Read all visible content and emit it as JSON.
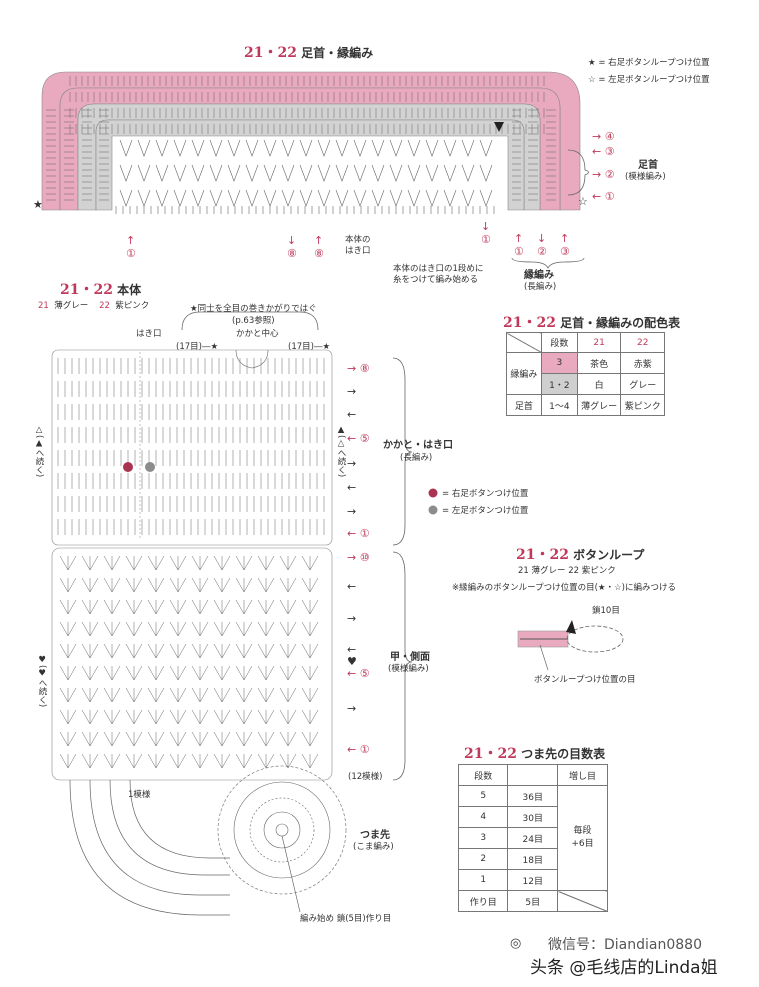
{
  "colors": {
    "pink": "#e9a9bf",
    "gray": "#cfcfcf",
    "accent": "#c0395a",
    "rose_dot": "#a8344f",
    "gray_dot": "#8c8c8c",
    "line": "#555555"
  },
  "cuff": {
    "title_num": "21・22",
    "title": "足首・縁編み",
    "legend": [
      {
        "icon": "★",
        "text": "= 右足ボタンループつけ位置"
      },
      {
        "icon": "☆",
        "text": "= 左足ボタンループつけ位置"
      }
    ],
    "rows": [
      "④",
      "③",
      "②",
      "①"
    ],
    "label_main": "足首",
    "label_sub": "(模様編み)",
    "edge_main": "縁編み",
    "edge_sub": "(長編み)",
    "bottom_marks": [
      "①",
      "⑧",
      "⑧",
      "①",
      "①",
      "②",
      "③"
    ],
    "honbody_note": "本体の\nはき口",
    "start_note": "本体のはき口の1段めに\n糸をつけて編み始める"
  },
  "body": {
    "title_num": "21・22",
    "title": "本体",
    "color_line": [
      {
        "k": "21",
        "v": "薄グレー"
      },
      {
        "k": "22",
        "v": "紫ピンク"
      }
    ],
    "seam_note": "★同士を全目の巻きかがりではぐ",
    "seam_ref": "(p.63参照)",
    "heel_center": "かかと中心",
    "hakiguchi": "はき口",
    "st17_left": "(17目)―★",
    "st17_right": "(17目)―★",
    "triangle_cont": "△(▲へ続く)",
    "triangle_cont2": "▲(△へ続く)",
    "heart_cont": "♥(♥へ続く)",
    "heel_rows": [
      "⑧",
      "⑤",
      "①"
    ],
    "heel_label": "かかと・はき口",
    "heel_sub": "(長編み)",
    "btn_legend": [
      {
        "color": "rose",
        "text": "= 右足ボタンつけ位置"
      },
      {
        "color": "gray",
        "text": "= 左足ボタンつけ位置"
      }
    ],
    "instep_rows": [
      "⑩",
      "⑤",
      "①"
    ],
    "instep_label": "甲・側面",
    "instep_sub": "(模様編み)",
    "pattern_repeat": "(12模様)",
    "one_repeat": "1模様",
    "toe_label": "つま先",
    "toe_sub": "(こま編み)",
    "start_note": "編み始め 鎖(5目)作り目"
  },
  "color_table": {
    "title_num": "21・22",
    "title": "足首・縁編みの配色表",
    "head": [
      "段数",
      "21",
      "22"
    ],
    "rows": [
      {
        "group": "縁編み",
        "rowlabel": "3",
        "c21": "茶色",
        "c22": "赤紫"
      },
      {
        "group": "",
        "rowlabel": "1・2",
        "c21": "白",
        "c22": "グレー"
      },
      {
        "group": "足首",
        "rowlabel": "1〜4",
        "c21": "薄グレー",
        "c22": "紫ピンク"
      }
    ]
  },
  "loop": {
    "title_num": "21・22",
    "title": "ボタンループ",
    "colors": "21 薄グレー  22 紫ピンク",
    "note": "※縁編みのボタンループつけ位置の目(★・☆)に編みつける",
    "chain": "鎖10目",
    "pos": "ボタンループつけ位置の目"
  },
  "toe_table": {
    "title_num": "21・22",
    "title": "つま先の目数表",
    "head": [
      "段数",
      "",
      "増し目"
    ],
    "rows": [
      {
        "row": "5",
        "st": "36目"
      },
      {
        "row": "4",
        "st": "30目"
      },
      {
        "row": "3",
        "st": "24目"
      },
      {
        "row": "2",
        "st": "18目"
      },
      {
        "row": "1",
        "st": "12目"
      },
      {
        "row": "作り目",
        "st": "5目"
      }
    ],
    "increase": "毎段\n+6目"
  },
  "watermark": {
    "line1": "微信号：Diandian0880",
    "line2": "头条 @毛线店的Linda姐"
  }
}
